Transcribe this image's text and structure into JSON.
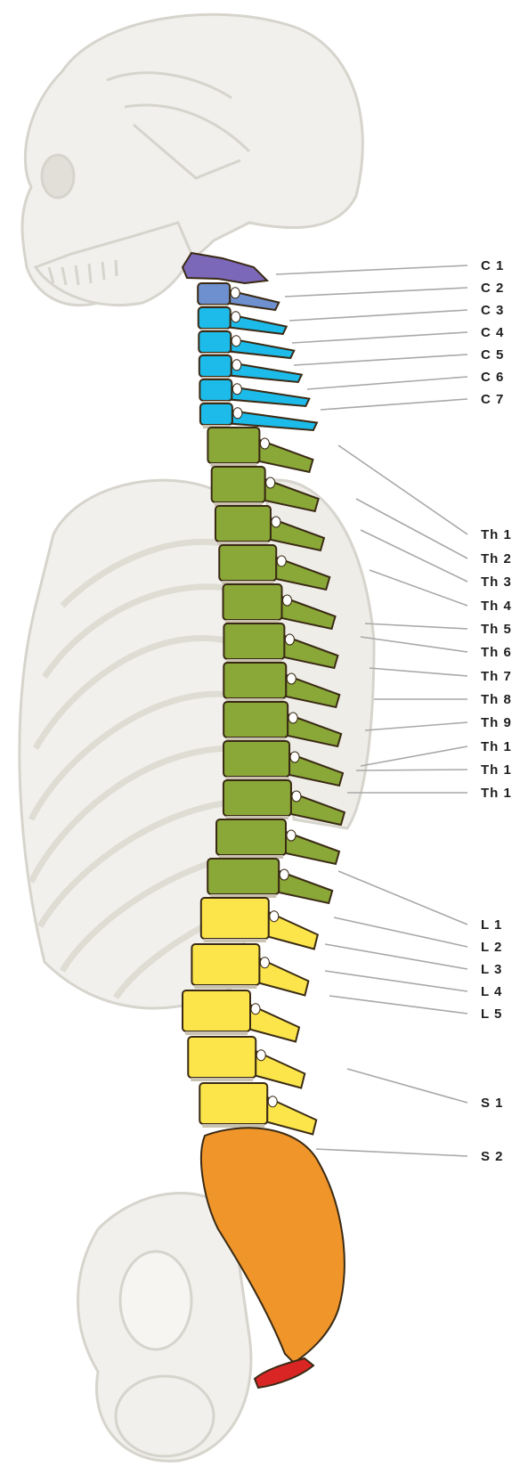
{
  "colors": {
    "atlas": "#7b68b8",
    "axis": "#6e90cf",
    "cervical": "#1cbbea",
    "thoracic": "#8aa838",
    "lumbar": "#fbe54a",
    "sacrum": "#f0952a",
    "coccyx": "#da2525",
    "disc": "#c9c2b0",
    "skeleton_fill": "#f1f0ec",
    "skeleton_stroke": "#d6d4cc",
    "leader": "#a8a8a8",
    "outline": "#3a2a14"
  },
  "labels": {
    "cervical": [
      "C 1",
      "C 2",
      "C 3",
      "C 4",
      "C 5",
      "C 6",
      "C 7"
    ],
    "thoracic": [
      "Th 1",
      "Th 2",
      "Th 3",
      "Th 4",
      "Th 5",
      "Th 6",
      "Th 7",
      "Th 8",
      "Th 9",
      "Th 1",
      "Th 1",
      "Th 1"
    ],
    "lumbar": [
      "L 1",
      "L 2",
      "L 3",
      "L 4",
      "L 5"
    ],
    "sacral": [
      "S 1",
      "S 2"
    ]
  }
}
